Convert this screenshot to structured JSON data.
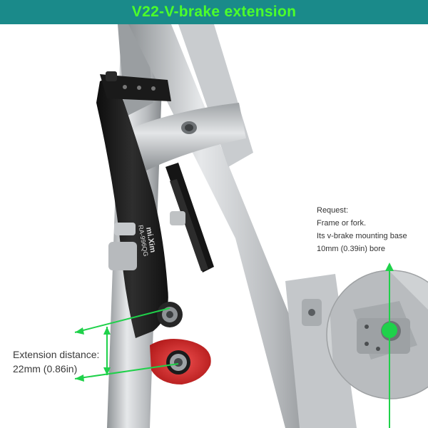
{
  "title": "V22-V-brake extension",
  "caliper_text": [
    "mi.Xim",
    "RA-996QG"
  ],
  "request_note": {
    "lines": [
      "Request:",
      "Frame or fork.",
      "Its v-brake mounting base",
      "10mm (0.39in) bore"
    ]
  },
  "extension_note": {
    "lines": [
      "Extension distance:",
      "22mm (0.86in)"
    ]
  },
  "colors": {
    "banner": "#1a8a8a",
    "title_text": "#4cff2a",
    "arrow_green": "#1fd14a",
    "frame_silver": "#bfc2c4",
    "brake_black": "#1c1c1c",
    "extender_red": "#d42a2a"
  }
}
